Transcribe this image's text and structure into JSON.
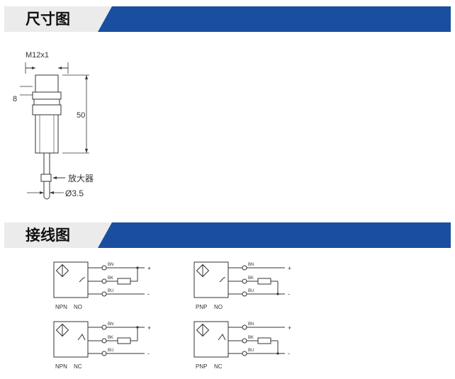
{
  "colors": {
    "header_blue": "#1a4fa0",
    "header_grey": "#ebebeb",
    "line": "#333333"
  },
  "sections": {
    "dimensions": {
      "title": "尺寸图"
    },
    "wiring": {
      "title": "接线图"
    }
  },
  "dimension_drawing": {
    "thread_label": "M12x1",
    "dim_8": "8",
    "dim_50": "50",
    "amplifier_label": "放大器",
    "diameter_label": "Ø3.5"
  },
  "wiring_diagrams": [
    {
      "id": "npn-no",
      "label_type": "NPN",
      "label_mode": "NO",
      "wires": [
        "BN",
        "BK",
        "BU"
      ],
      "plus": "+",
      "minus": "-"
    },
    {
      "id": "pnp-no",
      "label_type": "PNP",
      "label_mode": "NO",
      "wires": [
        "BN",
        "BK",
        "BU"
      ],
      "plus": "+",
      "minus": "-"
    },
    {
      "id": "npn-nc",
      "label_type": "NPN",
      "label_mode": "NC",
      "wires": [
        "BN",
        "BK",
        "BU"
      ],
      "plus": "+",
      "minus": "-"
    },
    {
      "id": "pnp-nc",
      "label_type": "PNP",
      "label_mode": "NC",
      "wires": [
        "BN",
        "BK",
        "BU"
      ],
      "plus": "+",
      "minus": "-"
    }
  ]
}
